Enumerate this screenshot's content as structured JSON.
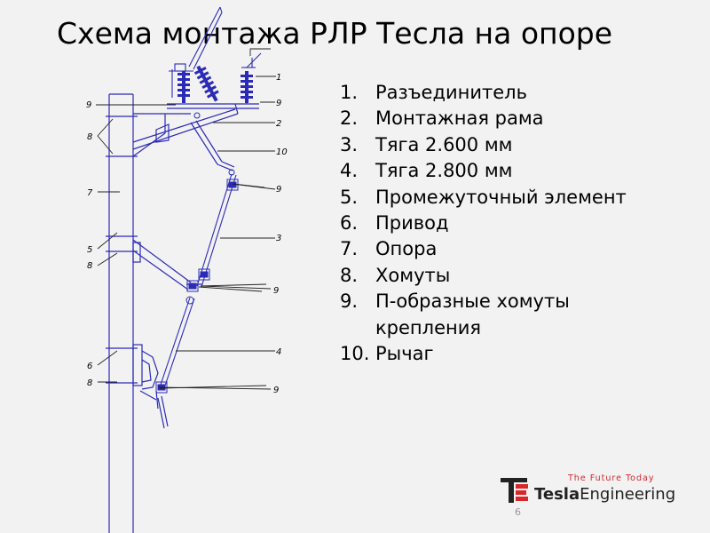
{
  "title": "Схема монтажа РЛР Тесла на опоре",
  "legend": [
    {
      "num": "1.",
      "text": "Разъединитель"
    },
    {
      "num": "2.",
      "text": "Монтажная рама"
    },
    {
      "num": "3.",
      "text": "Тяга 2.600 мм"
    },
    {
      "num": "4.",
      "text": "Тяга 2.800 мм"
    },
    {
      "num": "5.",
      "text": "Промежуточный элемент"
    },
    {
      "num": "6.",
      "text": "Привод"
    },
    {
      "num": "7.",
      "text": "Опора"
    },
    {
      "num": "8.",
      "text": "Хомуты"
    },
    {
      "num": "9.",
      "text": "П-образные хомуты крепления"
    },
    {
      "num": "10.",
      "text": "Рычаг"
    }
  ],
  "diagram_labels": {
    "l1": "1",
    "l9_right_top": "9",
    "l2": "2",
    "l10": "10",
    "l9_a": "9",
    "l3": "3",
    "l9_b": "9",
    "l4": "4",
    "l9_c": "9",
    "l9_left_top": "9",
    "l8_top": "8",
    "l7": "7",
    "l5": "5",
    "l8_mid": "8",
    "l6": "6",
    "l8_bottom": "8"
  },
  "logo": {
    "tagline": "The Future Today",
    "brand_bold": "Tesla",
    "brand_regular": "Engineering",
    "page_number": "6"
  },
  "colors": {
    "drawing": "#2b2bb8",
    "leader": "#222222",
    "accent": "#d9262a",
    "background": "#f2f2f2"
  }
}
